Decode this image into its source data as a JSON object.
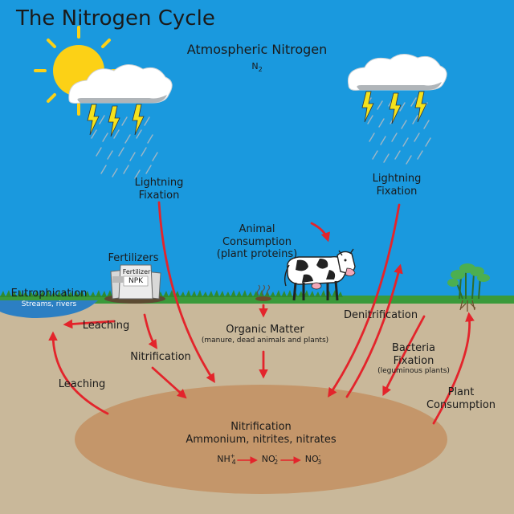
{
  "title": "The Nitrogen Cycle",
  "atmosphere": {
    "label": "Atmospheric Nitrogen",
    "formula": "N",
    "formula_sub": "2"
  },
  "lightning_left": [
    "Lightning",
    "Fixation"
  ],
  "lightning_right": [
    "Lightning",
    "Fixation"
  ],
  "animal": [
    "Animal",
    "Consumption",
    "(plant proteins)"
  ],
  "fertilizers": {
    "label": "Fertilizers",
    "bag_top": "Fertilizer",
    "bag_main": "NPK"
  },
  "eutrophication": {
    "label": "Eutrophication",
    "sub": "Streams, rivers"
  },
  "leaching_upper": "Leaching",
  "leaching_lower": "Leaching",
  "organic": {
    "label": "Organic Matter",
    "sub": "(manure, dead animals and plants)"
  },
  "nitrification_side": "Nitrification",
  "denitrification": "Denitrification",
  "bacteria": {
    "lines": [
      "Bacteria",
      "Fixation"
    ],
    "sub": "(leguminous plants)"
  },
  "plant": [
    "Plant",
    "Consumption"
  ],
  "soil_pool": {
    "line1": "Nitrification",
    "line2": "Ammonium, nitrites, nitrates",
    "f1": "NH",
    "f1_sub": "4",
    "f1_sup": "+",
    "f2": "NO",
    "f2_sub": "2",
    "f2_sup": "-",
    "f3": "NO",
    "f3_sub": "3",
    "f3_sup": "-"
  },
  "colors": {
    "sky": "#1a99de",
    "soil": "#c9b89a",
    "pool": "#c4966a",
    "arrow": "#e3242b",
    "grass": "#3a9a3a",
    "water": "#2c7fc3",
    "sun": "#fcd116"
  }
}
